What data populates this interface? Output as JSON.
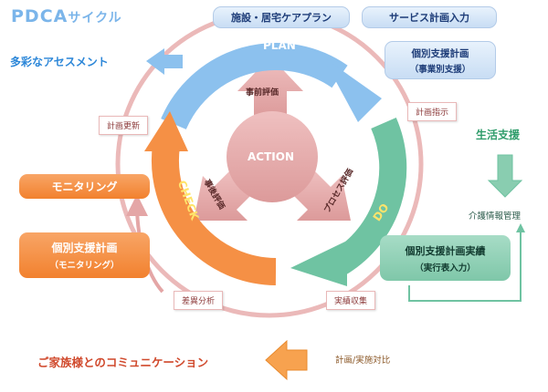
{
  "header": {
    "title_latin": "PDCA",
    "title_kana": "サイクル",
    "accent_color": "#7bb5ea"
  },
  "top_boxes": [
    {
      "label": "施設・居宅ケアプラン"
    },
    {
      "label": "サービス計画入力"
    }
  ],
  "plan_box": {
    "line1": "個別支援計画",
    "line2": "（事業別支援）"
  },
  "do_box": {
    "line1": "個別支援計画実績",
    "line2": "（実行表入力）"
  },
  "check_box": {
    "line1": "個別支援計画",
    "line2": "（モニタリング）"
  },
  "monitoring_box": {
    "label": "モニタリング"
  },
  "left_text": {
    "assessment": "多彩なアセスメント"
  },
  "right_text": {
    "life_support": "生活支援",
    "care_info": "介護情報管理"
  },
  "cycle": {
    "plan": "PLAN",
    "do": "DO",
    "check": "CHECK",
    "action": "ACTION",
    "pre_eval": "事前評価",
    "post_eval": "事後評価",
    "process_eval": "プロセス評価"
  },
  "tags": {
    "plan_update": "計画更新",
    "plan_instruction": "計画指示",
    "difference_analysis": "差異分析",
    "result_collection": "実績収集"
  },
  "bottom": {
    "communication": "ご家族様とのコミュニケーション",
    "plan_vs_actual": "計画/実施対比"
  },
  "colors": {
    "plan_blue": "#8cc1ee",
    "do_green": "#6fc3a2",
    "check_orange": "#f59045",
    "action_pink": "#e6a9a9",
    "outer_ring": "#e9b3b3",
    "assessment_blue": "#2b86d8",
    "life_support_green": "#2e9c6a",
    "communication_red": "#d0492c"
  }
}
